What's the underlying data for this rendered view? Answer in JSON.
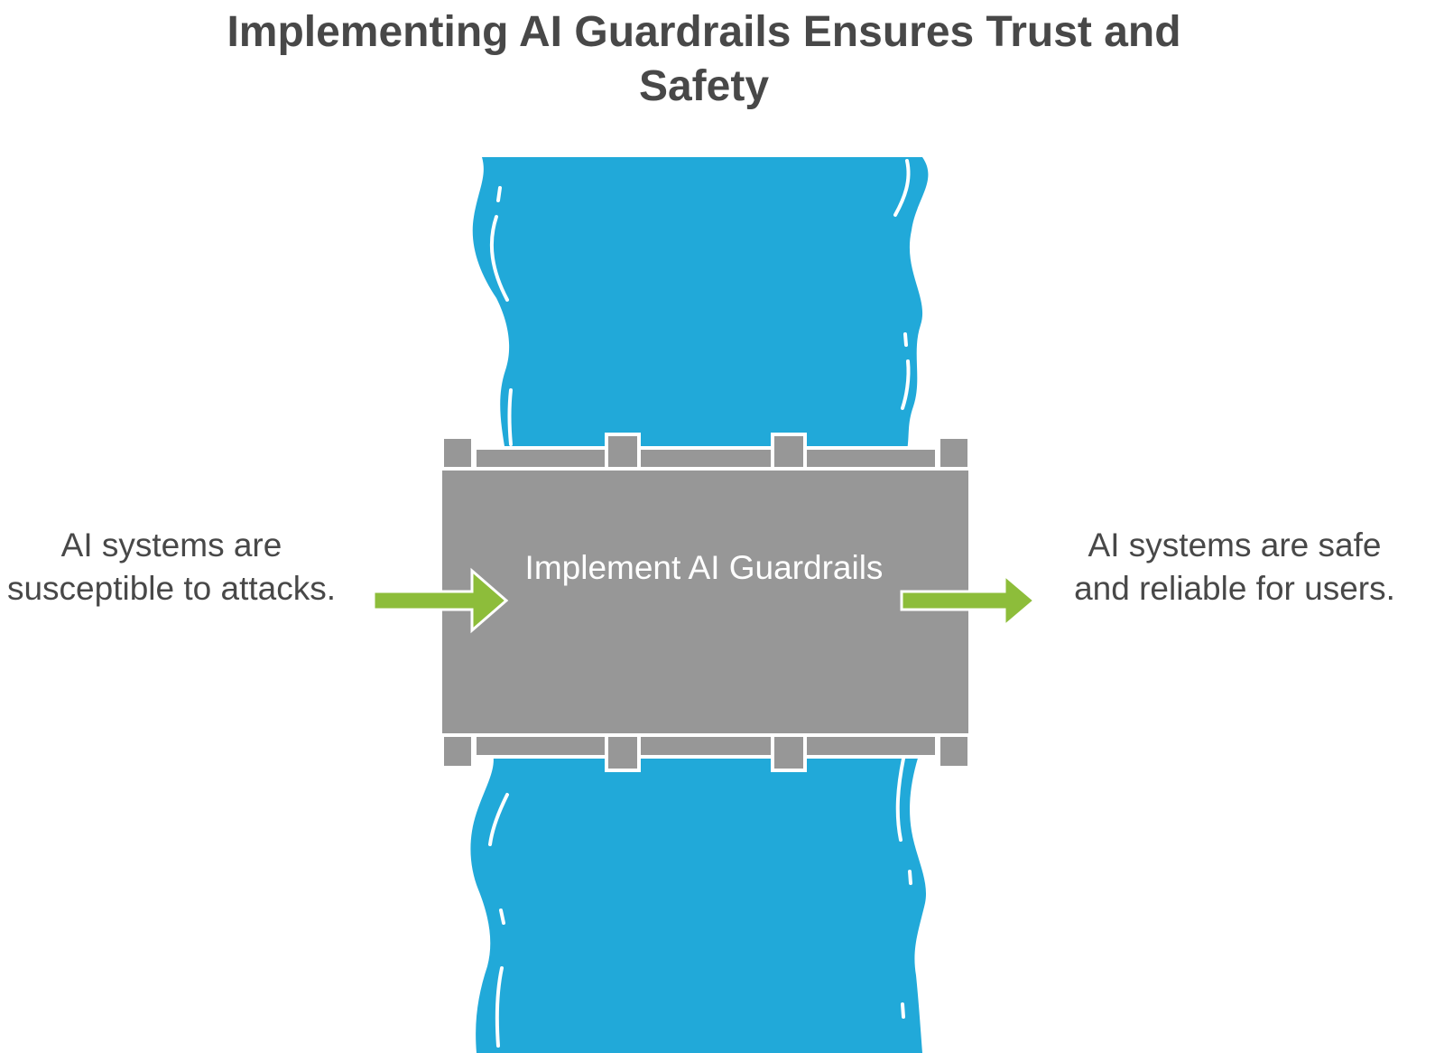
{
  "title": "Implementing AI Guardrails Ensures Trust and Safety",
  "input_label": "AI systems are susceptible to attacks.",
  "process_label": "Implement AI Guardrails",
  "output_label": "AI systems are safe and reliable for users.",
  "colors": {
    "river": "#21a9d9",
    "bridge": "#979797",
    "arrow": "#8dbd3a",
    "text": "#484848",
    "highlight": "#ffffff"
  },
  "icons": {
    "river": "river-shape",
    "bridge": "bridge-shape",
    "input_arrow": "arrow-right-icon",
    "output_arrow": "arrow-right-icon"
  }
}
